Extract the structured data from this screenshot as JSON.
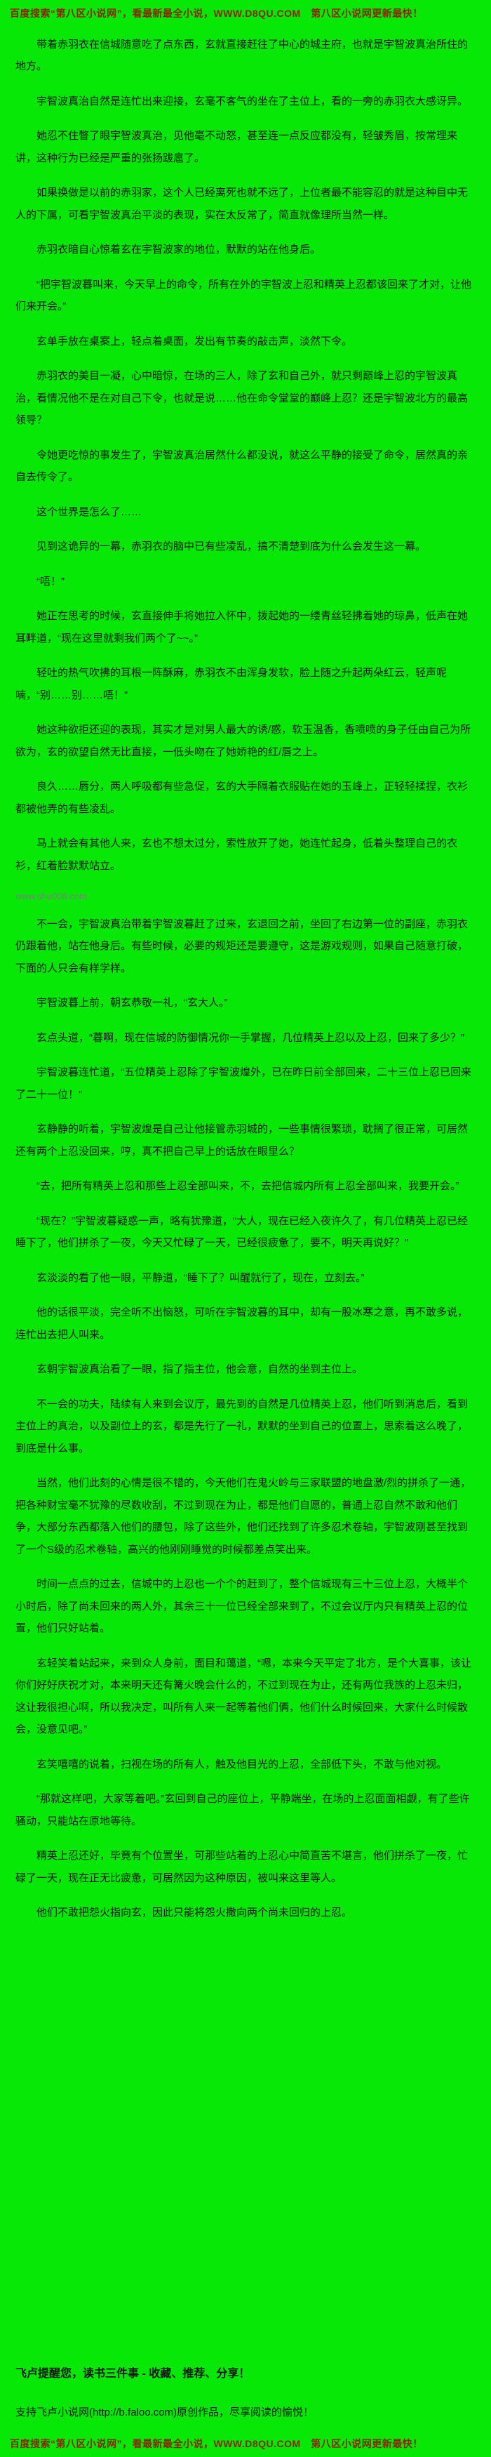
{
  "theme": {
    "bg": "#07e807",
    "text": "#141414",
    "banner": "#8b2500",
    "watermark": "#7d7d7d"
  },
  "top_banner": {
    "text": "百度搜索“第八区小说网”，看最新最全小说，WWW.D8QU.COM　第八区小说网更新最快！"
  },
  "bottom_banner": {
    "text": "百度搜索“第八区小说网”，看最新最全小说，WWW.D8QU.COM　第八区小说网更新最快！"
  },
  "content": {
    "blocks": [
      {
        "type": "paragraph",
        "text": "带着赤羽衣在信城随意吃了点东西，玄就直接赶往了中心的城主府，也就是宇智波真治所住的地方。"
      },
      {
        "type": "paragraph",
        "text": "宇智波真治自然是连忙出来迎接，玄毫不客气的坐在了主位上，看的一旁的赤羽衣大感讶异。"
      },
      {
        "type": "paragraph",
        "text": "她忍不住瞥了眼宇智波真治，见他毫不动怒，甚至连一点反应都没有，轻皱秀眉，按常理来讲，这种行为已经是严重的张扬跋扈了。"
      },
      {
        "type": "paragraph",
        "text": "如果换做是以前的赤羽家，这个人已经离死也就不远了，上位者最不能容忍的就是这种目中无人的下属，可看宇智波真治平淡的表现，实在太反常了，简直就像理所当然一样。"
      },
      {
        "type": "paragraph",
        "text": "赤羽衣暗自心惊着玄在宇智波家的地位，默默的站在他身后。"
      },
      {
        "type": "paragraph",
        "text": "“把宇智波暮叫来，今天早上的命令，所有在外的宇智波上忍和精英上忍都该回来了才对，让他们来开会。”"
      },
      {
        "type": "paragraph",
        "text": "玄单手放在桌案上，轻点着桌面，发出有节奏的敲击声，淡然下令。"
      },
      {
        "type": "paragraph",
        "text": "赤羽衣的美目一凝，心中暗惊，在场的三人，除了玄和自己外，就只剩巅峰上忍的宇智波真治，看情况他不是在对自己下令，也就是说……他在命令堂堂的巅峰上忍？还是宇智波北方的最高领导？"
      },
      {
        "type": "paragraph",
        "text": "令她更吃惊的事发生了，宇智波真治居然什么都没说，就这么平静的接受了命令，居然真的亲自去传令了。"
      },
      {
        "type": "paragraph",
        "text": "这个世界是怎么了……"
      },
      {
        "type": "paragraph",
        "text": "见到这诡异的一幕，赤羽衣的脑中已有些凌乱，搞不清楚到底为什么会发生这一幕。"
      },
      {
        "type": "paragraph",
        "text": "“唔！”"
      },
      {
        "type": "paragraph",
        "text": "她正在思考的时候，玄直接伸手将她拉入怀中，拨起她的一缕青丝轻拂着她的琼鼻，低声在她耳畔道，“现在这里就剩我们两个了~~。”"
      },
      {
        "type": "paragraph",
        "text": "轻吐的热气吹拂的耳根一阵酥麻，赤羽衣不由浑身发软，脸上随之升起两朵红云，轻声呢喃，“别……别……唔！”"
      },
      {
        "type": "paragraph",
        "text": "她这种欲拒还迎的表现，其实才是对男人最大的诱/惑，软玉温香，香喷喷的身子任由自己为所欲为，玄的欲望自然无比直接，一低头吻在了她娇艳的红/唇之上。"
      },
      {
        "type": "paragraph",
        "text": "良久……唇分，两人呼吸都有些急促，玄的大手隔着衣服贴在她的玉峰上，正轻轻揉捏，衣衫都被他弄的有些凌乱。"
      },
      {
        "type": "paragraph",
        "text": "马上就会有其他人来，玄也不想太过分，索性放开了她，她连忙起身，低着头整理自己的衣衫，红着脸默默站立。"
      },
      {
        "type": "watermark",
        "text": "www.shu008.com"
      },
      {
        "type": "paragraph",
        "text": "不一会，宇智波真治带着宇智波暮赶了过来，玄退回之前，坐回了右边第一位的副座，赤羽衣仍跟着他，站在他身后。有些时候，必要的规矩还是要遵守，这是游戏规则，如果自己随意打破，下面的人只会有样学样。"
      },
      {
        "type": "paragraph",
        "text": "宇智波暮上前，朝玄恭敬一礼，“玄大人。”"
      },
      {
        "type": "paragraph",
        "text": "玄点头道，“暮啊，现在信城的防御情况你一手掌握，几位精英上忍以及上忍，回来了多少？”"
      },
      {
        "type": "paragraph",
        "text": "宇智波暮连忙道，“五位精英上忍除了宇智波煌外，已在昨日前全部回来，二十三位上忍已回来了二十一位！”"
      },
      {
        "type": "paragraph",
        "text": "玄静静的听着，宇智波煌是自己让他接管赤羽城的，一些事情很繁琐，耽搁了很正常，可居然还有两个上忍没回来，哼，真不把自己早上的话放在眼里么？"
      },
      {
        "type": "paragraph",
        "text": "“去，把所有精英上忍和那些上忍全部叫来，不，去把信城内所有上忍全部叫来，我要开会。”"
      },
      {
        "type": "paragraph",
        "text": "“现在？”宇智波暮疑惑一声，略有犹豫道，“大人，现在已经入夜许久了，有几位精英上忍已经睡下了，他们拼杀了一夜，今天又忙碌了一天，已经很疲惫了，要不，明天再说好？”"
      },
      {
        "type": "paragraph",
        "text": "玄淡淡的看了他一眼，平静道，“睡下了？叫醒就行了，现在，立刻去。”"
      },
      {
        "type": "paragraph",
        "text": "他的话很平淡，完全听不出恼怒，可听在宇智波暮的耳中，却有一股冰寒之意，再不敢多说，连忙出去把人叫来。"
      },
      {
        "type": "paragraph",
        "text": "玄朝宇智波真治看了一眼，指了指主位，他会意，自然的坐到主位上。"
      },
      {
        "type": "paragraph",
        "text": "不一会的功夫，陆续有人来到会议厅，最先到的自然是几位精英上忍，他们听到消息后，看到主位上的真治，以及副位上的玄，都是先行了一礼，默默的坐到自己的位置上，思索着这么晚了，到底是什么事。"
      },
      {
        "type": "paragraph",
        "text": "当然，他们此刻的心情是很不错的，今天他们在鬼火岭与三家联盟的地盘激/烈的拼杀了一通，把各种财宝毫不犹豫的尽数收刮，不过到现在为止，都是他们自愿的，普通上忍自然不敢和他们争，大部分东西都落入他们的腰包，除了这些外，他们还找到了许多忍术卷轴，宇智波刚甚至找到了一个S级的忍术卷轴，高兴的他刚刚睡觉的时候都差点笑出来。"
      },
      {
        "type": "paragraph",
        "text": "时间一点点的过去，信城中的上忍也一个个的赶到了，整个信城现有三十三位上忍，大概半个小时后，除了尚未回来的两人外，其余三十一位已经全部来到了，不过会议厅内只有精英上忍的位置，他们只好站着。"
      },
      {
        "type": "paragraph",
        "text": "玄轻笑着站起来，来到众人身前，面目和蔼道，“嗯，本来今天平定了北方，是个大喜事，该让你们好好庆祝才对，本来明天还有篝火晚会什么的，不过到现在为止，还有两位我族的上忍未归，这让我很担心啊，所以我决定，叫所有人来一起等着他们俩，他们什么时候回来，大家什么时候散会，没意见吧。”"
      },
      {
        "type": "paragraph",
        "text": "玄笑嘻嘻的说着，扫视在场的所有人，触及他目光的上忍，全部低下头，不敢与他对视。"
      },
      {
        "type": "paragraph",
        "text": "“那就这样吧，大家等着吧。”玄回到自己的座位上，平静端坐，在场的上忍面面相觑，有了些许骚动，只能站在原地等待。"
      },
      {
        "type": "paragraph",
        "text": "精英上忍还好，毕竟有个位置坐，可那些站着的上忍心中简直苦不堪言，他们拼杀了一夜，忙碌了一天，现在正无比疲惫，可居然因为这种原因，被叫来这里等人。"
      },
      {
        "type": "paragraph",
        "text": "他们不敢把怨火指向玄，因此只能将怨火撒向两个尚未回归的上忍。"
      }
    ]
  },
  "footer": {
    "reminder": "飞卢提醒您，读书三件事 - 收藏、推荐、分享！",
    "support": "支持飞卢小说网(http://b.faloo.com)原创作品，尽享阅读的愉悦！"
  }
}
